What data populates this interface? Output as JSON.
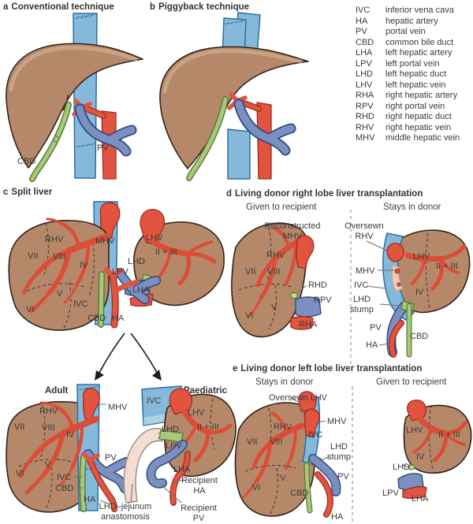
{
  "legend": {
    "items": [
      {
        "abbr": "IVC",
        "name": "inferior vena cava"
      },
      {
        "abbr": "HA",
        "name": "hepatic artery"
      },
      {
        "abbr": "PV",
        "name": "portal vein"
      },
      {
        "abbr": "CBD",
        "name": "common bile duct"
      },
      {
        "abbr": "LHA",
        "name": "left hepatic artery"
      },
      {
        "abbr": "LPV",
        "name": "left portal vein"
      },
      {
        "abbr": "LHD",
        "name": "left hepatic duct"
      },
      {
        "abbr": "LHV",
        "name": "left hepatic vein"
      },
      {
        "abbr": "RHA",
        "name": "right hepatic artery"
      },
      {
        "abbr": "RPV",
        "name": "right portal vein"
      },
      {
        "abbr": "RHD",
        "name": "right hepatic duct"
      },
      {
        "abbr": "RHV",
        "name": "right hepatic vein"
      },
      {
        "abbr": "MHV",
        "name": "middle hepatic vein"
      }
    ]
  },
  "panel_a": {
    "letter": "a",
    "title": "Conventional technique",
    "labels": {
      "cbd": "CBD",
      "pv": "PV"
    }
  },
  "panel_b": {
    "letter": "b",
    "title": "Piggyback technique"
  },
  "panel_c": {
    "letter": "c",
    "title": "Split liver",
    "split": {
      "rhv": "RHV",
      "mhv": "MHV",
      "seg7": "VII",
      "seg8": "VIII",
      "seg4": "IV",
      "seg5": "V",
      "seg6": "VI",
      "ivc": "IVC",
      "cbd": "CBD",
      "ha": "HA",
      "lhv": "LHV",
      "seg23": "II + III",
      "lhd": "LHD",
      "lpv": "LPV",
      "lha": "LHA"
    },
    "adult": {
      "title": "Adult",
      "rhv": "RHV",
      "mhv": "MHV",
      "seg7": "VII",
      "seg8": "VIII",
      "seg4": "IV",
      "seg5": "V",
      "seg6": "VI",
      "pv": "PV",
      "ivc": "IVC",
      "cbd": "CBD",
      "ha": "HA"
    },
    "paediatric": {
      "title": "Paediatric",
      "ivc": "IVC",
      "lhv": "LHV",
      "seg23": "II + III",
      "lhd": "LHD",
      "lpv": "LPV",
      "lha": "LHA",
      "recipient_ha": "Recipient HA",
      "recipient_pv": "Recipient PV",
      "anastomosis": "LHD–jejunum anastomosis"
    }
  },
  "panel_d": {
    "letter": "d",
    "title": "Living donor right lobe liver transplantation",
    "recipient_header": "Given to recipient",
    "donor_header": "Stays in donor",
    "recipient": {
      "recon_mhv": "Reconstructed MHV",
      "rhv": "RHV",
      "seg7": "VII",
      "seg8": "VIII",
      "seg5": "V",
      "seg6": "VI",
      "rhd": "RHD",
      "rpv": "RPV",
      "rha": "RHA"
    },
    "donor": {
      "oversewn_rhv": "Oversewn RHV",
      "mhv": "MHV",
      "ivc": "IVC",
      "lhd_stump": "LHD stump",
      "pv": "PV",
      "ha": "HA",
      "cbd": "CBD",
      "lhv": "LHV",
      "seg23": "II + III",
      "seg4": "IV"
    }
  },
  "panel_e": {
    "letter": "e",
    "title": "Living donor left lobe liver transplantation",
    "donor_header": "Stays in donor",
    "recipient_header": "Given to recipient",
    "donor": {
      "oversewn_lhv": "Oversewn LHV",
      "rhv": "RHV",
      "mhv": "MHV",
      "ivc": "IVC",
      "lhd_stump": "LHD stump",
      "seg7": "VII",
      "seg8": "VIII",
      "seg5": "V",
      "seg6": "VI",
      "pv": "PV",
      "cbd": "CBD",
      "ha": "HA"
    },
    "recipient": {
      "lhv": "LHV",
      "seg23": "II + III",
      "seg4": "IV",
      "lhd": "LHD",
      "lpv": "LPV",
      "lha": "LHA"
    }
  }
}
